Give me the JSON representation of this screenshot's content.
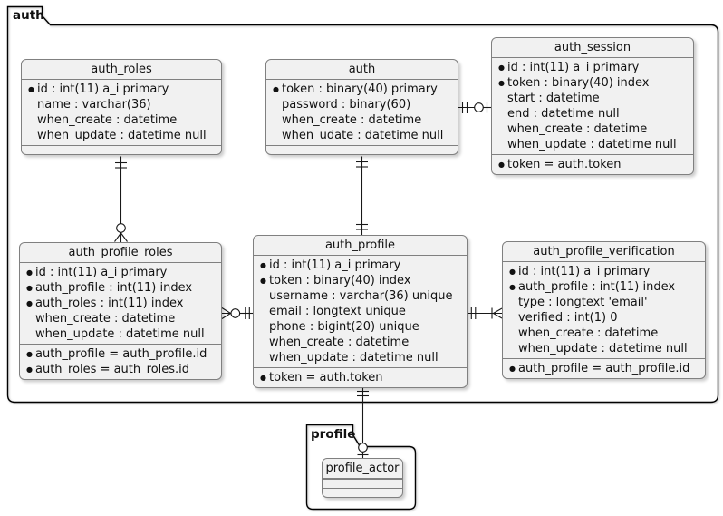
{
  "frames": {
    "auth": {
      "label": "auth"
    },
    "profile": {
      "label": "profile"
    }
  },
  "entities": {
    "auth_roles": {
      "title": "auth_roles",
      "attrs": [
        {
          "bullet": "●",
          "text": "id : int(11) a_i primary"
        },
        {
          "bullet": "",
          "text": "name : varchar(36)"
        },
        {
          "bullet": "",
          "text": "when_create : datetime"
        },
        {
          "bullet": "",
          "text": "when_update : datetime null"
        }
      ],
      "constraints": []
    },
    "auth": {
      "title": "auth",
      "attrs": [
        {
          "bullet": "●",
          "text": "token : binary(40) primary"
        },
        {
          "bullet": "",
          "text": "password : binary(60)"
        },
        {
          "bullet": "",
          "text": "when_create : datetime"
        },
        {
          "bullet": "",
          "text": "when_udate : datetime null"
        }
      ],
      "constraints": []
    },
    "auth_session": {
      "title": "auth_session",
      "attrs": [
        {
          "bullet": "●",
          "text": "id : int(11) a_i primary"
        },
        {
          "bullet": "●",
          "text": "token : binary(40) index"
        },
        {
          "bullet": "",
          "text": "start : datetime"
        },
        {
          "bullet": "",
          "text": "end : datetime null"
        },
        {
          "bullet": "",
          "text": "when_create : datetime"
        },
        {
          "bullet": "",
          "text": "when_update : datetime null"
        }
      ],
      "constraints": [
        {
          "bullet": "●",
          "text": "token = auth.token"
        }
      ]
    },
    "auth_profile_roles": {
      "title": "auth_profile_roles",
      "attrs": [
        {
          "bullet": "●",
          "text": "id : int(11) a_i primary"
        },
        {
          "bullet": "●",
          "text": "auth_profile : int(11) index"
        },
        {
          "bullet": "●",
          "text": "auth_roles : int(11) index"
        },
        {
          "bullet": "",
          "text": "when_create : datetime"
        },
        {
          "bullet": "",
          "text": "when_update : datetime null"
        }
      ],
      "constraints": [
        {
          "bullet": "●",
          "text": "auth_profile = auth_profile.id"
        },
        {
          "bullet": "●",
          "text": "auth_roles = auth_roles.id"
        }
      ]
    },
    "auth_profile": {
      "title": "auth_profile",
      "attrs": [
        {
          "bullet": "●",
          "text": "id : int(11) a_i primary"
        },
        {
          "bullet": "●",
          "text": "token : binary(40) index"
        },
        {
          "bullet": "",
          "text": "username : varchar(36) unique"
        },
        {
          "bullet": "",
          "text": "email : longtext unique"
        },
        {
          "bullet": "",
          "text": "phone : bigint(20) unique"
        },
        {
          "bullet": "",
          "text": "when_create : datetime"
        },
        {
          "bullet": "",
          "text": "when_update : datetime null"
        }
      ],
      "constraints": [
        {
          "bullet": "●",
          "text": "token = auth.token"
        }
      ]
    },
    "auth_profile_verification": {
      "title": "auth_profile_verification",
      "attrs": [
        {
          "bullet": "●",
          "text": "id : int(11) a_i primary"
        },
        {
          "bullet": "●",
          "text": "auth_profile : int(11) index"
        },
        {
          "bullet": "",
          "text": "type : longtext 'email'"
        },
        {
          "bullet": "",
          "text": "verified : int(1) 0"
        },
        {
          "bullet": "",
          "text": "when_create : datetime"
        },
        {
          "bullet": "",
          "text": "when_update : datetime null"
        }
      ],
      "constraints": [
        {
          "bullet": "●",
          "text": "auth_profile = auth_profile.id"
        }
      ]
    },
    "profile_actor": {
      "title": "profile_actor",
      "attrs": [],
      "constraints": []
    }
  },
  "relations": [
    {
      "from": "auth_roles",
      "to": "auth_profile_roles",
      "from_card": "exactly-one",
      "to_card": "zero-or-many"
    },
    {
      "from": "auth",
      "to": "auth_profile",
      "from_card": "exactly-one",
      "to_card": "exactly-one"
    },
    {
      "from": "auth",
      "to": "auth_session",
      "from_card": "exactly-one",
      "to_card": "zero-or-one"
    },
    {
      "from": "auth_profile_roles",
      "to": "auth_profile",
      "from_card": "zero-or-many",
      "to_card": "exactly-one"
    },
    {
      "from": "auth_profile",
      "to": "auth_profile_verification",
      "from_card": "exactly-one",
      "to_card": "one-or-many"
    },
    {
      "from": "auth_profile",
      "to": "profile_actor",
      "from_card": "exactly-one",
      "to_card": "zero-or-one"
    }
  ],
  "colors": {
    "entity_fill": "#F1F1F1",
    "entity_border": "#808080",
    "frame_border": "#000000",
    "line": "#181818"
  }
}
